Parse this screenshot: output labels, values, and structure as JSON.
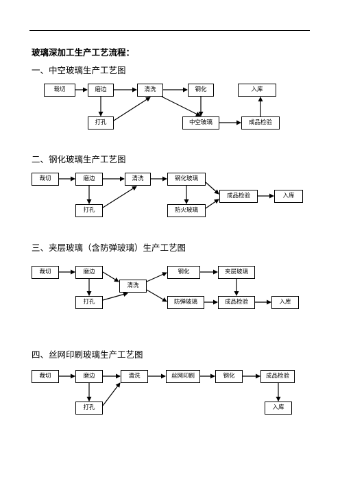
{
  "title": "玻璃深加工生产工艺流程：",
  "sections": [
    {
      "heading": "一、中空玻璃生产工艺图",
      "nodes": {
        "cut": "裁切",
        "edge": "磨边",
        "wash": "清洗",
        "temper": "钢化",
        "store": "入库",
        "drill": "打孔",
        "insulated": "中空玻璃",
        "inspect": "成品检验"
      }
    },
    {
      "heading": "二、钢化玻璃生产工艺图",
      "nodes": {
        "cut": "裁切",
        "edge": "磨边",
        "wash": "清洗",
        "tempered": "钢化玻璃",
        "inspect": "成品检验",
        "store": "入库",
        "drill": "打孔",
        "fireproof": "防火玻璃"
      }
    },
    {
      "heading": "三、夹层玻璃（含防弹玻璃）生产工艺图",
      "nodes": {
        "cut": "裁切",
        "edge": "磨边",
        "wash": "清洗",
        "temper": "钢化",
        "laminated": "夹层玻璃",
        "drill": "打孔",
        "bulletproof": "防弹玻璃",
        "inspect": "成品检验",
        "store": "入库"
      }
    },
    {
      "heading": "四、丝网印刷玻璃生产工艺图",
      "nodes": {
        "cut": "裁切",
        "edge": "磨边",
        "wash": "清洗",
        "print": "丝网印刷",
        "temper": "钢化",
        "inspect": "成品检验",
        "drill": "打孔",
        "store": "入库"
      }
    }
  ]
}
